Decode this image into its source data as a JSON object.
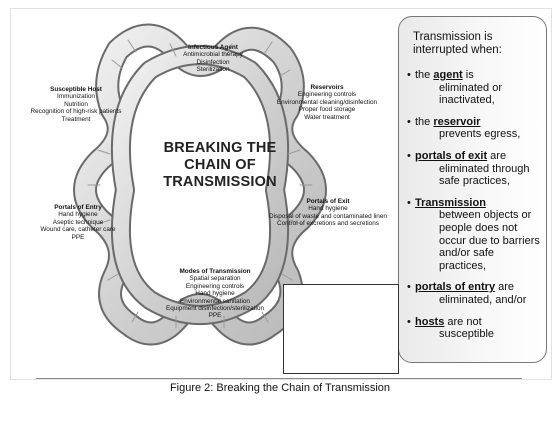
{
  "diagram": {
    "center_title": [
      "BREAKING THE",
      "CHAIN OF",
      "TRANSMISSION"
    ],
    "nodes": {
      "infectious_agent": {
        "title": "Infectious Agent",
        "items": [
          "Antimicrobial therapy",
          "Disinfection",
          "Sterilization"
        ]
      },
      "reservoirs": {
        "title": "Reservoirs",
        "items": [
          "Engineering controls",
          "Environmental cleaning/disinfection",
          "Proper food storage",
          "Water treatment"
        ]
      },
      "portals_of_exit": {
        "title": "Portals of Exit",
        "items": [
          "Hand hygiene",
          "Disposal of waste and contaminated linen",
          "Control of excretions and secretions"
        ]
      },
      "modes_of_transmission": {
        "title": "Modes of Transmission",
        "items": [
          "Spatial separation",
          "Engineering controls",
          "Hand hygiene",
          "Environmental sanitation",
          "Equipment disinfection/sterilization",
          "PPE"
        ]
      },
      "portals_of_entry": {
        "title": "Portals of Entry",
        "items": [
          "Hand hygiene",
          "Aseptic technique",
          "Wound care, catheter care",
          "PPE"
        ]
      },
      "susceptible_host": {
        "title": "Susceptible Host",
        "items": [
          "Immunization",
          "Nutrition",
          "Recognition of high-risk patients",
          "Treatment"
        ]
      }
    }
  },
  "panel": {
    "title": "Transmission is interrupted when:",
    "bullets": [
      {
        "pre": "the ",
        "kw": "agent",
        "post": " is",
        "rest": "eliminated or inactivated,"
      },
      {
        "pre": "the ",
        "kw": "reservoir",
        "post": "",
        "rest": "prevents egress,"
      },
      {
        "pre": " ",
        "kw": "portals of exit",
        "post": " are",
        "rest": "eliminated through safe practices,"
      },
      {
        "pre": "",
        "kw": "Transmission",
        "post": "",
        "rest": "between objects or people does not occur due to barriers and/or safe practices,"
      },
      {
        "pre": "",
        "kw": "portals of entry",
        "post": " are",
        "rest": "eliminated, and/or"
      },
      {
        "pre": "",
        "kw": "hosts",
        "post": " are not",
        "rest": "susceptible"
      }
    ]
  },
  "caption": "Figure 2: Breaking the Chain of Transmission",
  "colors": {
    "rope": "#d9d9d9",
    "rope_edge": "#6a6a6a",
    "panel_border": "#777777"
  }
}
